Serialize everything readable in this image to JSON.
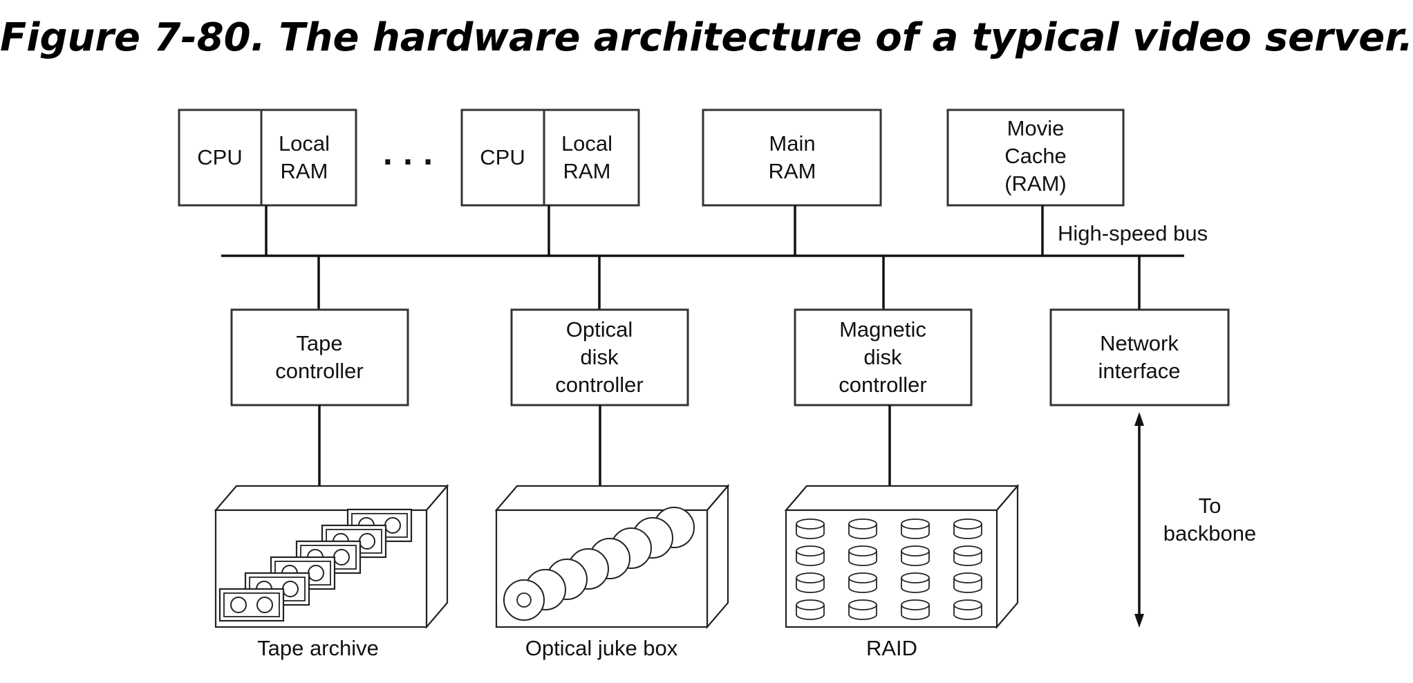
{
  "figure": {
    "title": "Figure 7-80. The hardware architecture of a typical video server."
  },
  "cpu_group_1": {
    "cpu": "CPU",
    "ram_line1": "Local",
    "ram_line2": "RAM"
  },
  "ellipsis": ". . .",
  "cpu_group_2": {
    "cpu": "CPU",
    "ram_line1": "Local",
    "ram_line2": "RAM"
  },
  "main_ram": {
    "line1": "Main",
    "line2": "RAM"
  },
  "movie_cache": {
    "line1": "Movie",
    "line2": "Cache",
    "line3": "(RAM)"
  },
  "bus": {
    "label": "High-speed bus"
  },
  "tape_controller": {
    "line1": "Tape",
    "line2": "controller"
  },
  "optical_controller": {
    "line1": "Optical",
    "line2": "disk",
    "line3": "controller"
  },
  "magnetic_controller": {
    "line1": "Magnetic",
    "line2": "disk",
    "line3": "controller"
  },
  "network_interface": {
    "line1": "Network",
    "line2": "interface"
  },
  "tape_archive": {
    "label": "Tape archive"
  },
  "optical_jukebox": {
    "label": "Optical juke box"
  },
  "raid": {
    "label": "RAID"
  },
  "backbone": {
    "line1": "To",
    "line2": "backbone"
  }
}
